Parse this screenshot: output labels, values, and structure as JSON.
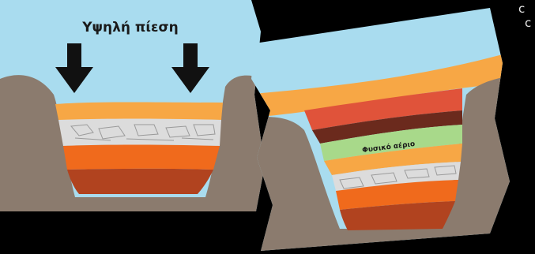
{
  "labels": {
    "high_pressure": "Υψηλή πίεση",
    "natural_gas": "Φυσικό αέριο"
  },
  "edge_text": {
    "line1": "c",
    "line2": "c"
  },
  "colors": {
    "background": "#000000",
    "sky": "#a9dcef",
    "rock": "#8b7b6e",
    "sand": "#f7a745",
    "salt": "#dcdcdc",
    "orange": "#f06a1c",
    "brown": "#b1431f",
    "red": "#e0533a",
    "dark_brown": "#6b2a1d",
    "gas": "#a8d98a",
    "arrow": "#111111"
  }
}
